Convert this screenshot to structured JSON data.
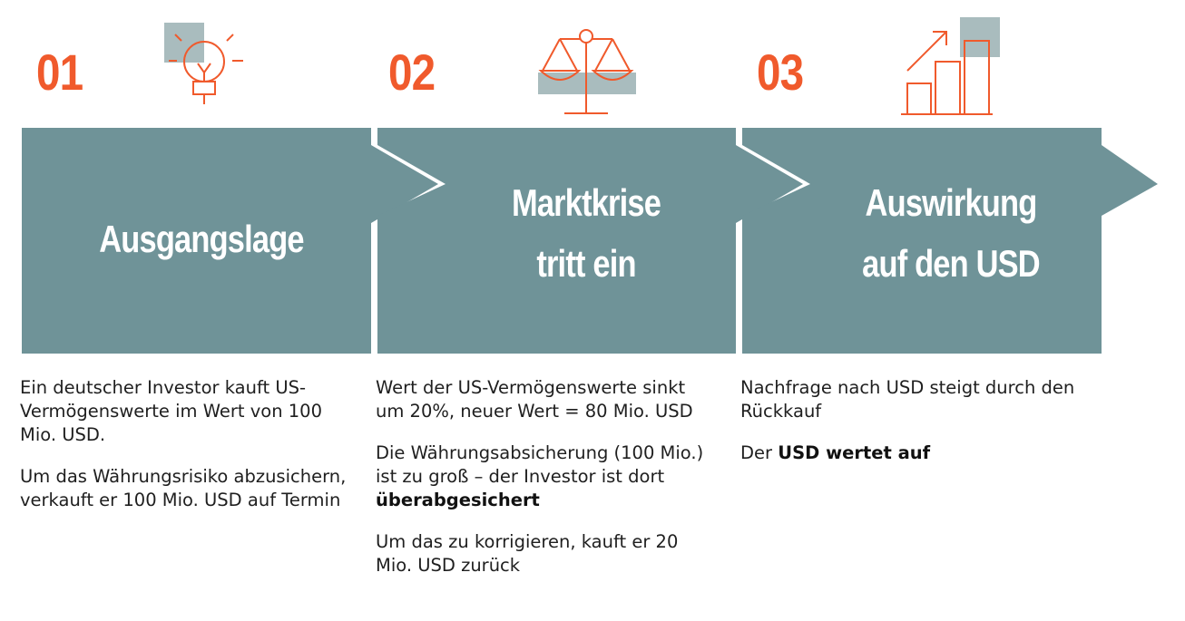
{
  "colors": {
    "accent": "#f05a2c",
    "band": "#6f9398",
    "icon_bg": "#a9bcbe"
  },
  "steps": [
    {
      "number": "01",
      "icon": "lightbulb-icon",
      "title": "Ausgangslage",
      "paragraphs": [
        {
          "text": "Ein deutscher Investor kauft US-Vermögenswerte im Wert von 100 Mio. USD."
        },
        {
          "text": "Um das Währungsrisiko abzusichern, verkauft er 100 Mio. USD auf Termin"
        }
      ]
    },
    {
      "number": "02",
      "icon": "scales-icon",
      "title_line1": "Marktkrise",
      "title_line2": "tritt ein",
      "paragraphs": [
        {
          "text": "Wert der US-Vermögenswerte sinkt um 20%, neuer Wert = 80 Mio. USD"
        },
        {
          "text_prefix": "Die Währungsabsicherung (100 Mio.) ist zu groß – der Investor ist dort ",
          "text_bold": "überabgesichert"
        },
        {
          "text": "Um das zu korrigieren, kauft er 20 Mio. USD zurück"
        }
      ]
    },
    {
      "number": "03",
      "icon": "rising-bar-chart-icon",
      "title_line1": "Auswirkung",
      "title_line2": "auf den USD",
      "paragraphs": [
        {
          "text": "Nachfrage nach USD steigt durch den Rückkauf"
        },
        {
          "text_prefix": "Der ",
          "text_bold": "USD wertet auf"
        }
      ]
    }
  ]
}
